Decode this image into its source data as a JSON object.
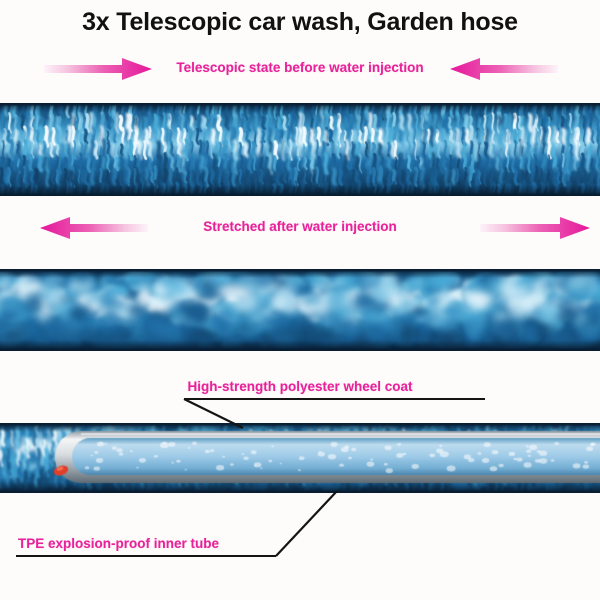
{
  "product": {
    "title": "3x Telescopic car wash, Garden hose"
  },
  "annotations": {
    "before_injection": "Telescopic state before water injection",
    "after_injection": "Stretched after water injection",
    "outer_layer": "High-strength polyester wheel coat",
    "inner_tube": "TPE explosion-proof inner tube"
  },
  "icons": {
    "arrow_right": "arrow-right-icon",
    "arrow_left": "arrow-left-icon"
  },
  "colors": {
    "title_text": "#111111",
    "caption_text": "#e8229b",
    "arrow_head": "#e5179a",
    "arrow_tail": "#fdf3f9",
    "hose_dark_navy": "#0d2f4e",
    "hose_mid_blue": "#1f6ea8",
    "hose_cyan": "#4fb3dd",
    "hose_white": "#f2fbff",
    "inner_tube_fill": "#9ecbe8",
    "inner_tube_rim": "#d9dde0",
    "inner_tube_accent": "#e0402a",
    "background": "#fdfcfa",
    "leader_line": "#141414"
  },
  "sections": [
    {
      "state": "compressed",
      "label": "Telescopic state before water injection"
    },
    {
      "state": "stretched",
      "label": "Stretched after water injection"
    },
    {
      "state": "cutaway",
      "label": "High-strength polyester wheel coat"
    }
  ]
}
